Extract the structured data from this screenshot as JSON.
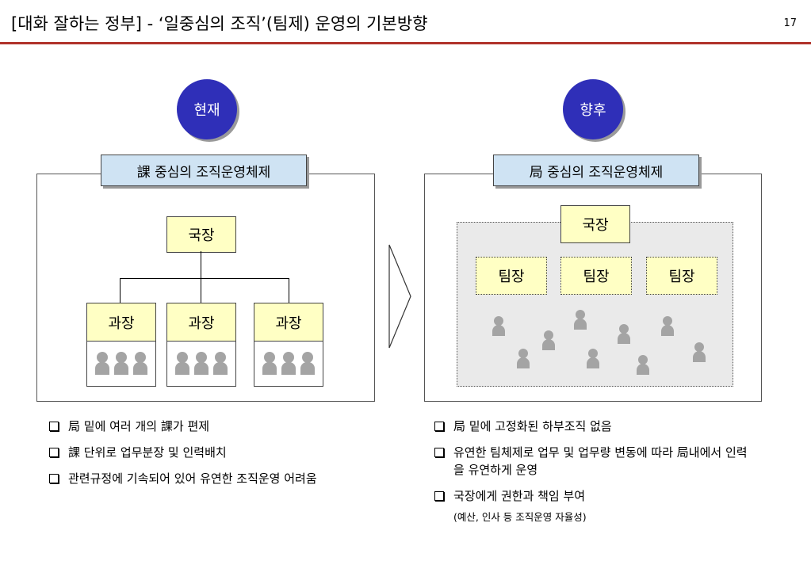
{
  "header": {
    "title": "[대화 잘하는 정부] - ‘일중심의 조직’(팀제) 운영의 기본방향",
    "page_number": "17"
  },
  "current": {
    "circle_label": "현재",
    "system_label": "課 중심의 조직운영체제",
    "director": "국장",
    "managers": [
      "과장",
      "과장",
      "과장"
    ],
    "bullets": [
      "局 밑에 여러 개의 課가 편제",
      "課 단위로 업무분장 및 인력배치",
      "관련규정에 기속되어 있어 유연한 조직운영 어려움"
    ]
  },
  "future": {
    "circle_label": "향후",
    "system_label": "局 중심의 조직운영체제",
    "director": "국장",
    "team_leaders": [
      "팀장",
      "팀장",
      "팀장"
    ],
    "bullets": [
      "局 밑에 고정화된 하부조직 없음",
      "유연한 팀체제로 업무 및 업무량 변동에 따라 局내에서 인력을 유연하게 운영",
      "국장에게 권한과 책임 부여"
    ],
    "note": "(예산, 인사 등 조직운영 자율성)"
  },
  "icons": {
    "person": "person-icon",
    "arrow": "chevron-right-arrow",
    "bullet": "checkbox-bullet"
  },
  "colors": {
    "accent_rule": "#b0322a",
    "circle": "#2f2fb8",
    "label_box": "#cfe3f3",
    "position_box": "#ffffc4",
    "person": "#a4a4a4"
  }
}
